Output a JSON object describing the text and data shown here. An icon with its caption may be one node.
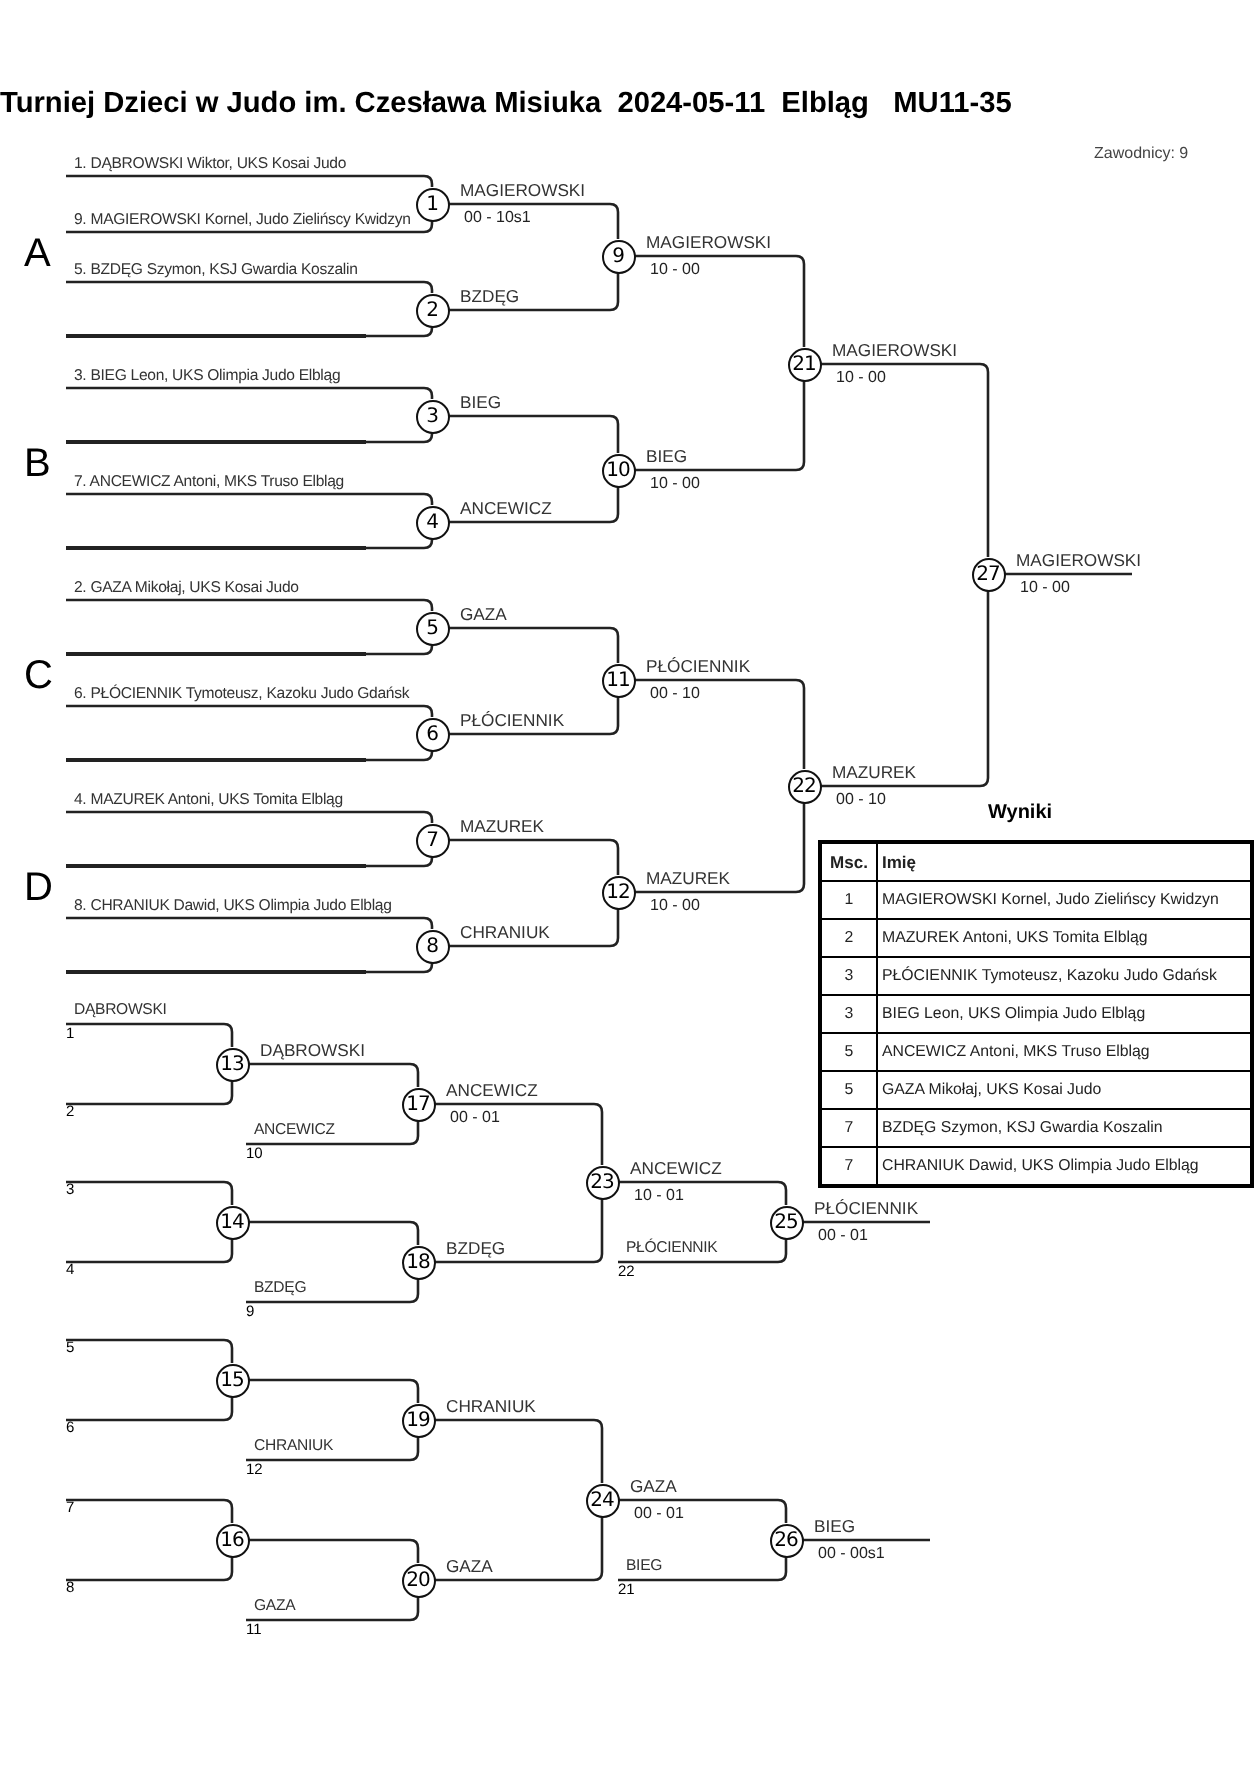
{
  "diagram": {
    "title": "Turniej Dzieci w Judo im. Czesława Misiuka  2024-05-11  Elbląg   MU11-35",
    "nodes": [
      {
        "text": [
          "1. DĄBROWSKI Wiktor, UKS Kosai Judo"
        ]
      },
      {
        "text": [
          "9. MAGIEROWSKI Kornel, Judo Zielińscy Kwidzyn"
        ]
      },
      {
        "text": [
          "5. BZDĘG Szymon, KSJ Gwardia Koszalin"
        ]
      },
      {
        "text": [
          "3. BIEG Leon, UKS Olimpia Judo Elbląg"
        ]
      },
      {
        "text": [
          "7. ANCEWICZ Antoni, MKS Truso Elbląg"
        ]
      },
      {
        "text": [
          "2. GAZA Mikołaj, UKS Kosai Judo"
        ]
      },
      {
        "text": [
          "6. PŁÓCIENNIK Tymoteusz, Kazoku Judo Gdańsk"
        ]
      },
      {
        "text": [
          "4. MAZUREK Antoni, UKS Tomita Elbląg"
        ]
      },
      {
        "text": [
          "8. CHRANIUK Dawid, UKS Olimpia Judo Elbląg"
        ]
      },
      {
        "text": [
          "1"
        ],
        "beside": [
          "MAGIEROWSKI",
          "00 - 10s1"
        ]
      },
      {
        "text": [
          "2"
        ],
        "beside": [
          "BZDĘG"
        ]
      },
      {
        "text": [
          "3"
        ],
        "beside": [
          "BIEG"
        ]
      },
      {
        "text": [
          "4"
        ],
        "beside": [
          "ANCEWICZ"
        ]
      },
      {
        "text": [
          "5"
        ],
        "beside": [
          "GAZA"
        ]
      },
      {
        "text": [
          "6"
        ],
        "beside": [
          "PŁÓCIENNIK"
        ]
      },
      {
        "text": [
          "7"
        ],
        "beside": [
          "MAZUREK"
        ]
      },
      {
        "text": [
          "8"
        ],
        "beside": [
          "CHRANIUK"
        ]
      },
      {
        "text": [
          "9"
        ],
        "beside": [
          "MAGIEROWSKI",
          "10 - 00"
        ]
      },
      {
        "text": [
          "10"
        ],
        "beside": [
          "BIEG",
          "10 - 00"
        ]
      },
      {
        "text": [
          "11"
        ],
        "beside": [
          "PŁÓCIENNIK",
          "00 - 10"
        ]
      },
      {
        "text": [
          "12"
        ],
        "beside": [
          "MAZUREK",
          "10 - 00"
        ]
      },
      {
        "text": [
          "21"
        ],
        "beside": [
          "MAGIEROWSKI",
          "10 - 00"
        ]
      },
      {
        "text": [
          "22"
        ],
        "beside": [
          "MAZUREK",
          "00 - 10"
        ]
      },
      {
        "text": [
          "27"
        ],
        "beside": [
          "MAGIEROWSKI",
          "10 - 00"
        ]
      },
      {
        "text": [
          "DĄBROWSKI",
          "1"
        ]
      },
      {
        "text": [
          "2"
        ]
      },
      {
        "text": [
          "ANCEWICZ",
          "10"
        ]
      },
      {
        "text": [
          "3"
        ]
      },
      {
        "text": [
          "4"
        ]
      },
      {
        "text": [
          "BZDĘG",
          "9"
        ]
      },
      {
        "text": [
          "PŁÓCIENNIK",
          "22"
        ]
      },
      {
        "text": [
          "5"
        ]
      },
      {
        "text": [
          "6"
        ]
      },
      {
        "text": [
          "CHRANIUK",
          "12"
        ]
      },
      {
        "text": [
          "7"
        ]
      },
      {
        "text": [
          "8"
        ]
      },
      {
        "text": [
          "GAZA",
          "11"
        ]
      },
      {
        "text": [
          "BIEG",
          "21"
        ]
      },
      {
        "text": [
          "13"
        ],
        "beside": [
          "DĄBROWSKI"
        ]
      },
      {
        "text": [
          "14"
        ]
      },
      {
        "text": [
          "15"
        ]
      },
      {
        "text": [
          "16"
        ]
      },
      {
        "text": [
          "17"
        ],
        "beside": [
          "ANCEWICZ",
          "00 - 01"
        ]
      },
      {
        "text": [
          "18"
        ],
        "beside": [
          "BZDĘG"
        ]
      },
      {
        "text": [
          "19"
        ],
        "beside": [
          "CHRANIUK"
        ]
      },
      {
        "text": [
          "20"
        ],
        "beside": [
          "GAZA"
        ]
      },
      {
        "text": [
          "23"
        ],
        "beside": [
          "ANCEWICZ",
          "10 - 01"
        ]
      },
      {
        "text": [
          "24"
        ],
        "beside": [
          "GAZA",
          "00 - 01"
        ]
      },
      {
        "text": [
          "25"
        ],
        "beside": [
          "PŁÓCIENNIK",
          "00 - 01"
        ]
      },
      {
        "text": [
          "26"
        ],
        "beside": [
          "BIEG",
          "00 - 00s1"
        ]
      },
      {
        "text": [],
        "shape": "bar"
      },
      {
        "text": [],
        "shape": "bar"
      },
      {
        "text": [],
        "shape": "bar"
      },
      {
        "text": [],
        "shape": "bar"
      },
      {
        "text": [],
        "shape": "bar"
      },
      {
        "text": [],
        "shape": "bar"
      },
      {
        "text": [],
        "shape": "bar"
      }
    ],
    "edges": [
      {
        "from": 0,
        "to": 9,
        "arrow": "none"
      },
      {
        "from": 1,
        "to": 9,
        "arrow": "none"
      },
      {
        "from": 2,
        "to": 10,
        "arrow": "none"
      },
      {
        "from": 50,
        "to": 10,
        "arrow": "none"
      },
      {
        "from": 3,
        "to": 11,
        "arrow": "none"
      },
      {
        "from": 51,
        "to": 11,
        "arrow": "none"
      },
      {
        "from": 4,
        "to": 12,
        "arrow": "none"
      },
      {
        "from": 52,
        "to": 12,
        "arrow": "none"
      },
      {
        "from": 5,
        "to": 13,
        "arrow": "none"
      },
      {
        "from": 53,
        "to": 13,
        "arrow": "none"
      },
      {
        "from": 6,
        "to": 14,
        "arrow": "none"
      },
      {
        "from": 54,
        "to": 14,
        "arrow": "none"
      },
      {
        "from": 7,
        "to": 15,
        "arrow": "none"
      },
      {
        "from": 55,
        "to": 15,
        "arrow": "none"
      },
      {
        "from": 8,
        "to": 16,
        "arrow": "none"
      },
      {
        "from": 56,
        "to": 16,
        "arrow": "none"
      },
      {
        "from": 9,
        "to": 17,
        "arrow": "none"
      },
      {
        "from": 10,
        "to": 17,
        "arrow": "none"
      },
      {
        "from": 11,
        "to": 18,
        "arrow": "none"
      },
      {
        "from": 12,
        "to": 18,
        "arrow": "none"
      },
      {
        "from": 13,
        "to": 19,
        "arrow": "none"
      },
      {
        "from": 14,
        "to": 19,
        "arrow": "none"
      },
      {
        "from": 15,
        "to": 20,
        "arrow": "none"
      },
      {
        "from": 16,
        "to": 20,
        "arrow": "none"
      },
      {
        "from": 17,
        "to": 21,
        "arrow": "none"
      },
      {
        "from": 18,
        "to": 21,
        "arrow": "none"
      },
      {
        "from": 19,
        "to": 22,
        "arrow": "none"
      },
      {
        "from": 20,
        "to": 22,
        "arrow": "none"
      },
      {
        "from": 21,
        "to": 23,
        "arrow": "none"
      },
      {
        "from": 22,
        "to": 23,
        "arrow": "none"
      },
      {
        "from": 23,
        "to": null,
        "arrow": "none"
      },
      {
        "from": 24,
        "to": 38,
        "arrow": "none"
      },
      {
        "from": 25,
        "to": 38,
        "arrow": "none"
      },
      {
        "from": 27,
        "to": 39,
        "arrow": "none"
      },
      {
        "from": 28,
        "to": 39,
        "arrow": "none"
      },
      {
        "from": 31,
        "to": 40,
        "arrow": "none"
      },
      {
        "from": 32,
        "to": 40,
        "arrow": "none"
      },
      {
        "from": 34,
        "to": 41,
        "arrow": "none"
      },
      {
        "from": 35,
        "to": 41,
        "arrow": "none"
      },
      {
        "from": 38,
        "to": 42,
        "arrow": "none"
      },
      {
        "from": 26,
        "to": 42,
        "arrow": "none"
      },
      {
        "from": 39,
        "to": 43,
        "arrow": "none"
      },
      {
        "from": 29,
        "to": 43,
        "arrow": "none"
      },
      {
        "from": 42,
        "to": 46,
        "arrow": "none"
      },
      {
        "from": 43,
        "to": 46,
        "arrow": "none"
      },
      {
        "from": 46,
        "to": 48,
        "arrow": "none"
      },
      {
        "from": 30,
        "to": 48,
        "arrow": "none"
      },
      {
        "from": 48,
        "to": null,
        "arrow": "none"
      },
      {
        "from": 40,
        "to": 44,
        "arrow": "none"
      },
      {
        "from": 33,
        "to": 44,
        "arrow": "none"
      },
      {
        "from": 41,
        "to": 45,
        "arrow": "none"
      },
      {
        "from": 36,
        "to": 45,
        "arrow": "none"
      },
      {
        "from": 44,
        "to": 47,
        "arrow": "none"
      },
      {
        "from": 45,
        "to": 47,
        "arrow": "none"
      },
      {
        "from": 47,
        "to": 49,
        "arrow": "none"
      },
      {
        "from": 37,
        "to": 49,
        "arrow": "none"
      },
      {
        "from": 49,
        "to": null,
        "arrow": "none"
      }
    ],
    "labels": [
      "Zawodnicy: 9",
      "A",
      "B",
      "C",
      "D",
      "Wyniki",
      "Msc.",
      "Imię",
      "1",
      "MAGIEROWSKI Kornel, Judo Zielińscy Kwidzyn",
      "2",
      "MAZUREK Antoni, UKS Tomita Elbląg",
      "3",
      "PŁÓCIENNIK Tymoteusz, Kazoku Judo Gdańsk",
      "3",
      "BIEG Leon, UKS Olimpia Judo Elbląg",
      "5",
      "ANCEWICZ Antoni, MKS Truso Elbląg",
      "5",
      "GAZA Mikołaj, UKS Kosai Judo",
      "7",
      "BZDĘG Szymon, KSJ Gwardia Koszalin",
      "7",
      "CHRANIUK Dawid, UKS Olimpia Judo Elbląg"
    ]
  }
}
